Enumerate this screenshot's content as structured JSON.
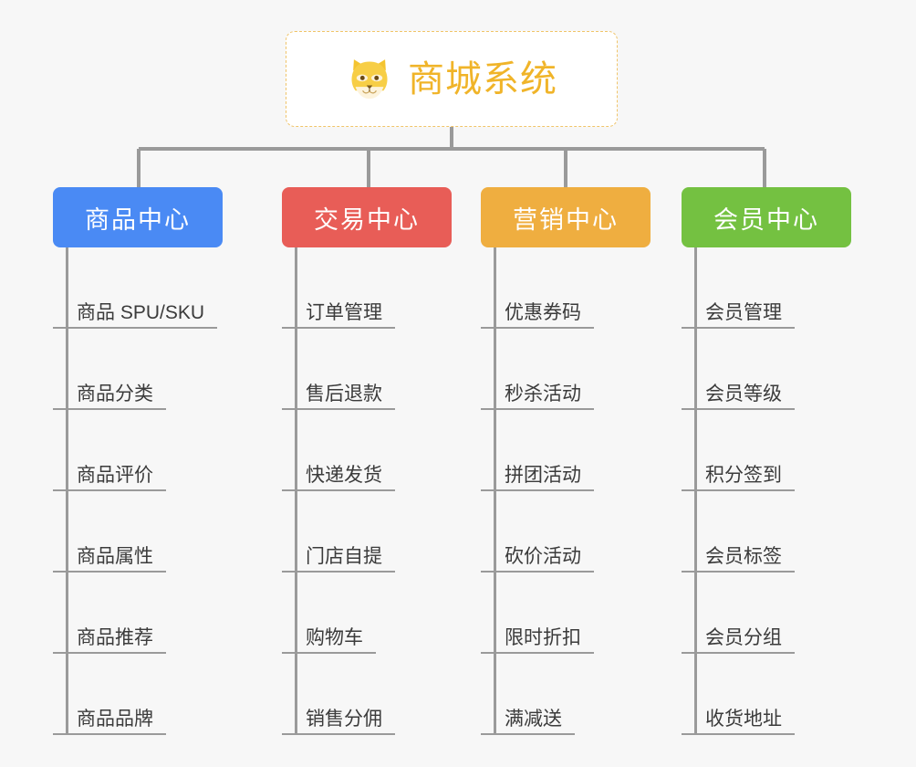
{
  "diagram": {
    "type": "org-tree",
    "background_color": "#f7f7f7",
    "root": {
      "title": "商城系统",
      "icon": "shiba-dog-emoji",
      "text_color": "#f0b429",
      "border_color": "#f0c469",
      "background_color": "#ffffff"
    },
    "connector_color": "#9a9a9a",
    "categories": [
      {
        "id": "product-center",
        "label": "商品中心",
        "color": "#4a8af4",
        "items": [
          "商品 SPU/SKU",
          "商品分类",
          "商品评价",
          "商品属性",
          "商品推荐",
          "商品品牌"
        ]
      },
      {
        "id": "trade-center",
        "label": "交易中心",
        "color": "#e85d57",
        "items": [
          "订单管理",
          "售后退款",
          "快递发货",
          "门店自提",
          "购物车",
          "销售分佣"
        ]
      },
      {
        "id": "marketing-center",
        "label": "营销中心",
        "color": "#efae40",
        "items": [
          "优惠券码",
          "秒杀活动",
          "拼团活动",
          "砍价活动",
          "限时折扣",
          "满减送"
        ]
      },
      {
        "id": "member-center",
        "label": "会员中心",
        "color": "#74c141",
        "items": [
          "会员管理",
          "会员等级",
          "积分签到",
          "会员标签",
          "会员分组",
          "收货地址"
        ]
      }
    ]
  }
}
